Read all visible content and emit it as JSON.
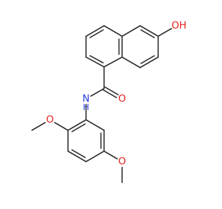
{
  "colors": {
    "bond": "#2b2b2b",
    "carbon": "#2b2b2b",
    "oxygen": "#e8201a",
    "nitrogen": "#2b3fe0",
    "background": "#ffffff"
  },
  "atoms": [
    {
      "id": "c1",
      "element": "C"
    },
    {
      "id": "c2",
      "element": "C"
    },
    {
      "id": "c3",
      "element": "C"
    },
    {
      "id": "c4",
      "element": "C"
    },
    {
      "id": "c4a",
      "element": "C"
    },
    {
      "id": "c5",
      "element": "C"
    },
    {
      "id": "c6",
      "element": "C"
    },
    {
      "id": "c7",
      "element": "C"
    },
    {
      "id": "c8",
      "element": "C"
    },
    {
      "id": "c8a",
      "element": "C"
    },
    {
      "id": "oh",
      "element": "O",
      "label": "OH"
    },
    {
      "id": "camide",
      "element": "C"
    },
    {
      "id": "o_amide",
      "element": "O",
      "label": "O"
    },
    {
      "id": "n",
      "element": "N",
      "label": "HN",
      "display": "N\nH"
    },
    {
      "id": "a1",
      "element": "C"
    },
    {
      "id": "a2",
      "element": "C"
    },
    {
      "id": "a3",
      "element": "C"
    },
    {
      "id": "a4",
      "element": "C"
    },
    {
      "id": "a5",
      "element": "C"
    },
    {
      "id": "a6",
      "element": "C"
    },
    {
      "id": "o_me1",
      "element": "O",
      "label": "O"
    },
    {
      "id": "me1",
      "element": "C"
    },
    {
      "id": "o_me2",
      "element": "O",
      "label": "O"
    },
    {
      "id": "me2",
      "element": "C"
    }
  ],
  "bonds": [
    {
      "a": "c1",
      "b": "c2",
      "order": 2
    },
    {
      "a": "c2",
      "b": "c3",
      "order": 1
    },
    {
      "a": "c3",
      "b": "c4",
      "order": 2
    },
    {
      "a": "c4",
      "b": "c4a",
      "order": 1
    },
    {
      "a": "c4a",
      "b": "c8a",
      "order": 2
    },
    {
      "a": "c8a",
      "b": "c1",
      "order": 1
    },
    {
      "a": "c4a",
      "b": "c5",
      "order": 1
    },
    {
      "a": "c5",
      "b": "c6",
      "order": 2
    },
    {
      "a": "c6",
      "b": "c7",
      "order": 1
    },
    {
      "a": "c7",
      "b": "c8",
      "order": 2
    },
    {
      "a": "c8",
      "b": "c8a",
      "order": 1
    },
    {
      "a": "c6",
      "b": "oh",
      "order": 1
    },
    {
      "a": "c1",
      "b": "camide",
      "order": 1
    },
    {
      "a": "camide",
      "b": "o_amide",
      "order": 2
    },
    {
      "a": "camide",
      "b": "n",
      "order": 1
    },
    {
      "a": "n",
      "b": "a1",
      "order": 1
    },
    {
      "a": "a1",
      "b": "a2",
      "order": 2
    },
    {
      "a": "a2",
      "b": "a3",
      "order": 1
    },
    {
      "a": "a3",
      "b": "a4",
      "order": 2
    },
    {
      "a": "a4",
      "b": "a5",
      "order": 1
    },
    {
      "a": "a5",
      "b": "a6",
      "order": 2
    },
    {
      "a": "a6",
      "b": "a1",
      "order": 1
    },
    {
      "a": "a2",
      "b": "o_me1",
      "order": 1
    },
    {
      "a": "o_me1",
      "b": "me1",
      "order": 1
    },
    {
      "a": "a5",
      "b": "o_me2",
      "order": 1
    },
    {
      "a": "o_me2",
      "b": "me2",
      "order": 1
    }
  ]
}
